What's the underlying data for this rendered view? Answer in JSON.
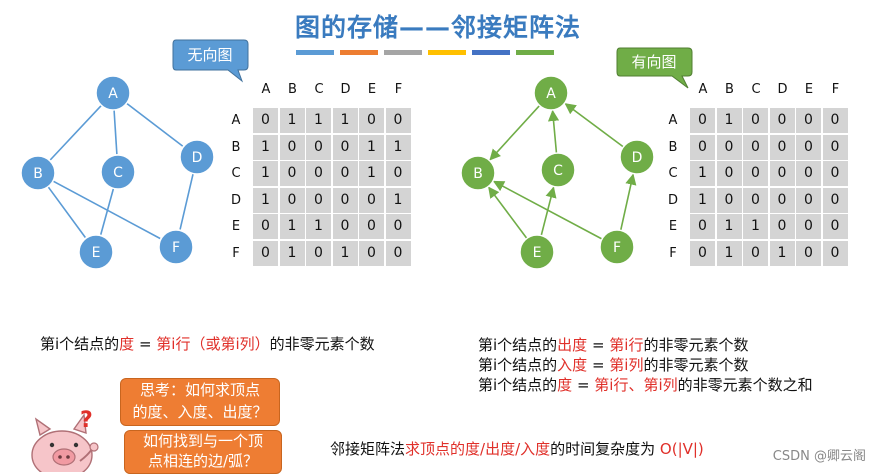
{
  "title": "图的存储——邻接矩阵法",
  "colors": {
    "title": "#3a7bbf",
    "undirected_node": "#5b9bd5",
    "directed_node": "#70ad47",
    "highlight": "#e0302a",
    "think_box": "#ee7d33",
    "bars": [
      "#5b9bd5",
      "#ed7d31",
      "#a5a5a5",
      "#ffc000",
      "#4472c4",
      "#70ad47"
    ]
  },
  "undirected": {
    "label": "无向图",
    "nodes": [
      "A",
      "B",
      "C",
      "D",
      "E",
      "F"
    ],
    "edges": [
      [
        "A",
        "B"
      ],
      [
        "A",
        "C"
      ],
      [
        "A",
        "D"
      ],
      [
        "B",
        "E"
      ],
      [
        "B",
        "F"
      ],
      [
        "C",
        "E"
      ],
      [
        "D",
        "F"
      ]
    ],
    "matrix": {
      "cols": [
        "A",
        "B",
        "C",
        "D",
        "E",
        "F"
      ],
      "rows": [
        "A",
        "B",
        "C",
        "D",
        "E",
        "F"
      ],
      "values": [
        [
          "0",
          "1",
          "1",
          "1",
          "0",
          "0"
        ],
        [
          "1",
          "0",
          "0",
          "0",
          "1",
          "1"
        ],
        [
          "1",
          "0",
          "0",
          "0",
          "1",
          "0"
        ],
        [
          "1",
          "0",
          "0",
          "0",
          "0",
          "1"
        ],
        [
          "0",
          "1",
          "1",
          "0",
          "0",
          "0"
        ],
        [
          "0",
          "1",
          "0",
          "1",
          "0",
          "0"
        ]
      ]
    },
    "desc": {
      "line1_a": "第i个结点的",
      "line1_b": "度",
      "line1_c": " = ",
      "line1_d": "第i行（或第i列）",
      "line1_e": "的非零元素个数"
    }
  },
  "directed": {
    "label": "有向图",
    "nodes": [
      "A",
      "B",
      "C",
      "D",
      "E",
      "F"
    ],
    "arcs": [
      [
        "A",
        "B"
      ],
      [
        "C",
        "A"
      ],
      [
        "D",
        "A"
      ],
      [
        "E",
        "B"
      ],
      [
        "E",
        "C"
      ],
      [
        "F",
        "B"
      ],
      [
        "F",
        "D"
      ]
    ],
    "matrix": {
      "cols": [
        "A",
        "B",
        "C",
        "D",
        "E",
        "F"
      ],
      "rows": [
        "A",
        "B",
        "C",
        "D",
        "E",
        "F"
      ],
      "values": [
        [
          "0",
          "1",
          "0",
          "0",
          "0",
          "0"
        ],
        [
          "0",
          "0",
          "0",
          "0",
          "0",
          "0"
        ],
        [
          "1",
          "0",
          "0",
          "0",
          "0",
          "0"
        ],
        [
          "1",
          "0",
          "0",
          "0",
          "0",
          "0"
        ],
        [
          "0",
          "1",
          "1",
          "0",
          "0",
          "0"
        ],
        [
          "0",
          "1",
          "0",
          "1",
          "0",
          "0"
        ]
      ]
    },
    "desc": {
      "out_a": "第i个结点的",
      "out_b": "出度",
      "out_c": " = ",
      "out_d": "第i行",
      "out_e": "的非零元素个数",
      "in_a": "第i个结点的",
      "in_b": "入度",
      "in_c": " = ",
      "in_d": "第i列",
      "in_e": "的非零元素个数",
      "deg_a": "第i个结点的",
      "deg_b": "度",
      "deg_c": " = ",
      "deg_d": "第i行、第i列",
      "deg_e": "的非零元素个数之和"
    }
  },
  "think": {
    "q1_line1": "思考：如何求顶点",
    "q1_line2": "的度、入度、出度？",
    "q2_line1": "如何找到与一个顶",
    "q2_line2": "点相连的边/弧？",
    "question_mark": "?"
  },
  "complexity": {
    "a": "邻接矩阵法",
    "b": "求顶点的度/出度/入度",
    "c": "的时间复杂度为 ",
    "d": "O(|V|)"
  },
  "watermark": "CSDN @卿云阁"
}
